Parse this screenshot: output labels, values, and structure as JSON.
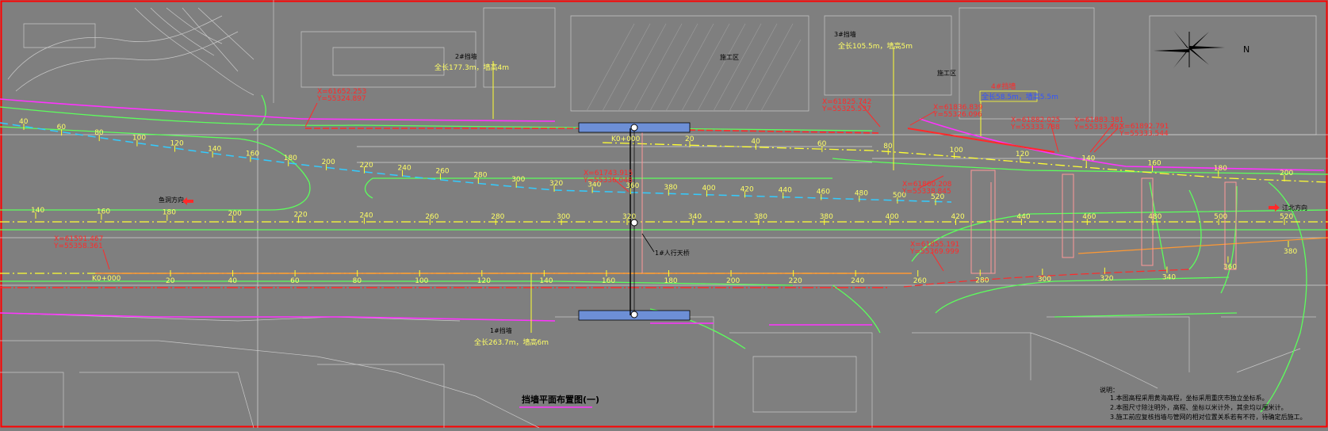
{
  "drawing": {
    "title": "挡墙平面布置图(一)",
    "north_label": "N",
    "direction_left": "鱼洞方向",
    "direction_right": "江北方向",
    "area_labels": [
      "施工区",
      "施工区"
    ],
    "ped_bridge": "1#人行天桥",
    "k_start_main": "K0+000",
    "k_start_upper": "K0+000"
  },
  "walls": [
    {
      "name": "1#挡墙",
      "spec": "全长263.7m，墙高6m"
    },
    {
      "name": "2#挡墙",
      "spec": "全长177.3m，墙高4m"
    },
    {
      "name": "3#挡墙",
      "spec": "全长105.5m，墙高5m"
    },
    {
      "name": "4#挡墙",
      "spec": "全长58.5m，墙高5.5m"
    }
  ],
  "coords": [
    {
      "x": "X=61652.253",
      "y": "Y=55324.897"
    },
    {
      "x": "X=61743.915",
      "y": "Y=55336.048"
    },
    {
      "x": "X=61591.467",
      "y": "Y=55358.361"
    },
    {
      "x": "X=61825.742",
      "y": "Y=55325.537"
    },
    {
      "x": "X=61836.839",
      "y": "Y=55326.096"
    },
    {
      "x": "X=61860.208",
      "y": "Y=55338.845"
    },
    {
      "x": "X=61855.191",
      "y": "Y=55369.999"
    },
    {
      "x": "X=61882.025",
      "y": "Y=55333.788"
    },
    {
      "x": "X=61883.381",
      "y": "Y=55333.392"
    },
    {
      "x": "X=61892.791",
      "y": "Y=55333.544"
    }
  ],
  "chainage_top": [
    "40",
    "60",
    "80",
    "100",
    "120",
    "140",
    "160",
    "180",
    "200",
    "220",
    "240",
    "260",
    "280",
    "300",
    "320",
    "340",
    "360",
    "380",
    "400",
    "420",
    "440",
    "460",
    "480",
    "500",
    "520"
  ],
  "chainage_mid_left": [
    "140",
    "160",
    "180",
    "200",
    "220",
    "240",
    "260",
    "280",
    "300",
    "320",
    "340",
    "380",
    "380",
    "400",
    "420",
    "440",
    "460",
    "480",
    "500",
    "520"
  ],
  "chainage_bottom": [
    "20",
    "40",
    "60",
    "80",
    "100",
    "120",
    "140",
    "160",
    "180",
    "200",
    "220",
    "240",
    "260",
    "280",
    "300",
    "320",
    "340",
    "360",
    "380"
  ],
  "chainage_upper_ramp": [
    "20",
    "40",
    "60",
    "80",
    "100",
    "120",
    "140",
    "160",
    "180",
    "200"
  ],
  "notes": {
    "heading": "说明：",
    "lines": [
      "1.本图高程采用黄海高程，坐标采用重庆市独立坐标系。",
      "2.本图尺寸除注明外，高程、坐标以米计外，其余均以厘米计。",
      "3.施工前应复核挡墙与管网的相对位置关系若有不符，待确定后施工。"
    ]
  },
  "colors": {
    "background": "#7f7f7f",
    "frame": "#ff0000",
    "road_edge": "#5cff5c",
    "magenta": "#ff33ff",
    "cyan": "#33ccff",
    "yellow": "#ffff33",
    "red": "#ff2a2a",
    "orange": "#ff9933"
  }
}
